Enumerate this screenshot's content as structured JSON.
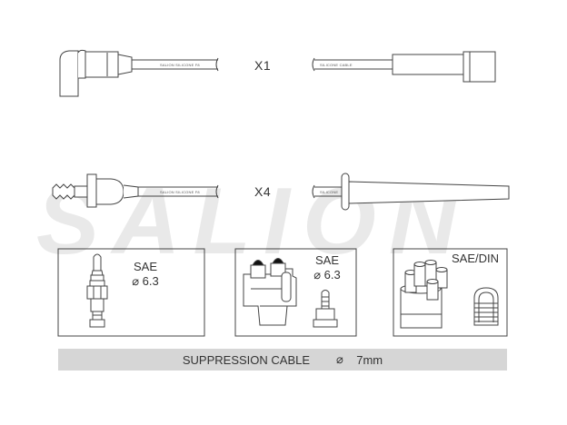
{
  "watermark": "SALION",
  "rows": [
    {
      "quantity": "X1",
      "cable_text_left": "SALION SILICONE F8",
      "cable_text_right": "SILICONE CABLE"
    },
    {
      "quantity": "X4",
      "cable_text_left": "SALION SILICONE F8",
      "cable_text_right": "SILICONE"
    }
  ],
  "terminals": [
    {
      "standard": "SAE",
      "size": "⌀ 6.3"
    },
    {
      "standard": "SAE",
      "size": "⌀ 6.3"
    },
    {
      "standard": "SAE/DIN"
    }
  ],
  "footer": {
    "label": "SUPPRESSION CABLE",
    "diameter_symbol": "⌀",
    "diameter": "7mm"
  }
}
